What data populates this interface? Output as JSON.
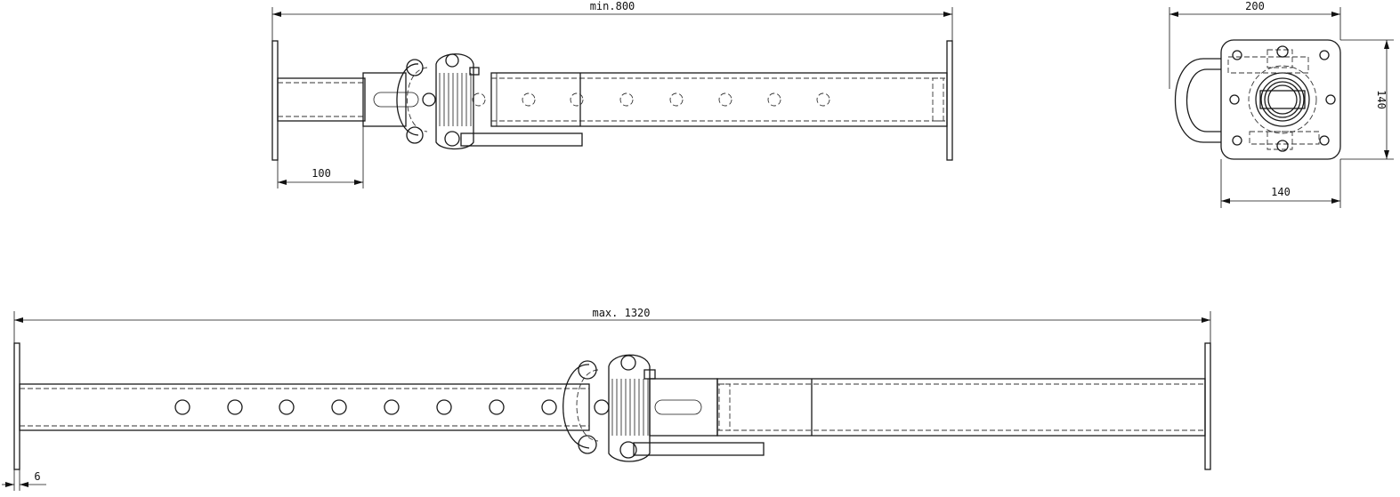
{
  "dimensions": {
    "min_length": "min.800",
    "max_length": "max. 1320",
    "offset_100": "100",
    "width_200": "200",
    "height_140": "140",
    "width_140": "140",
    "plate_6": "6"
  }
}
